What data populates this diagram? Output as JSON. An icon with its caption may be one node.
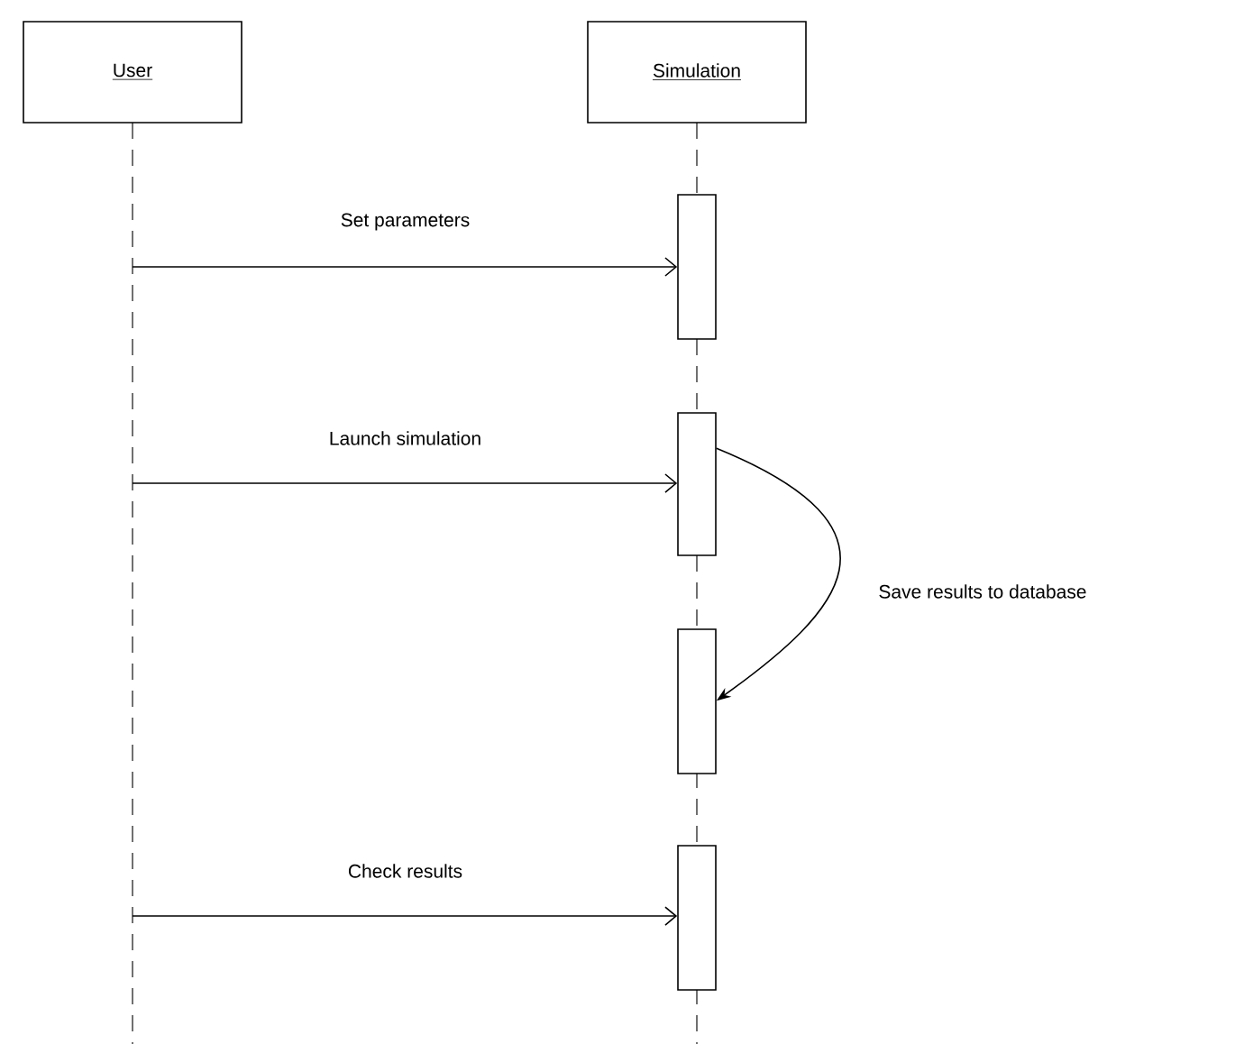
{
  "diagram": {
    "nodes": [
      {
        "text": [
          "User"
        ]
      },
      {
        "text": [
          "Simulation"
        ]
      },
      {
        "text": [],
        "shape": "bar"
      },
      {
        "text": [],
        "shape": "bar"
      },
      {
        "text": [],
        "shape": "bar"
      },
      {
        "text": [],
        "shape": "bar"
      }
    ],
    "edges": [
      {
        "from": null,
        "to": 2,
        "arrow": "to",
        "label": "Set parameters"
      },
      {
        "from": null,
        "to": 3,
        "arrow": "to",
        "label": "Launch simulation"
      },
      {
        "from": 3,
        "to": 4,
        "arrow": "to",
        "label": "Save results to database"
      },
      {
        "from": null,
        "to": 5,
        "arrow": "to",
        "label": "Check results"
      }
    ]
  }
}
